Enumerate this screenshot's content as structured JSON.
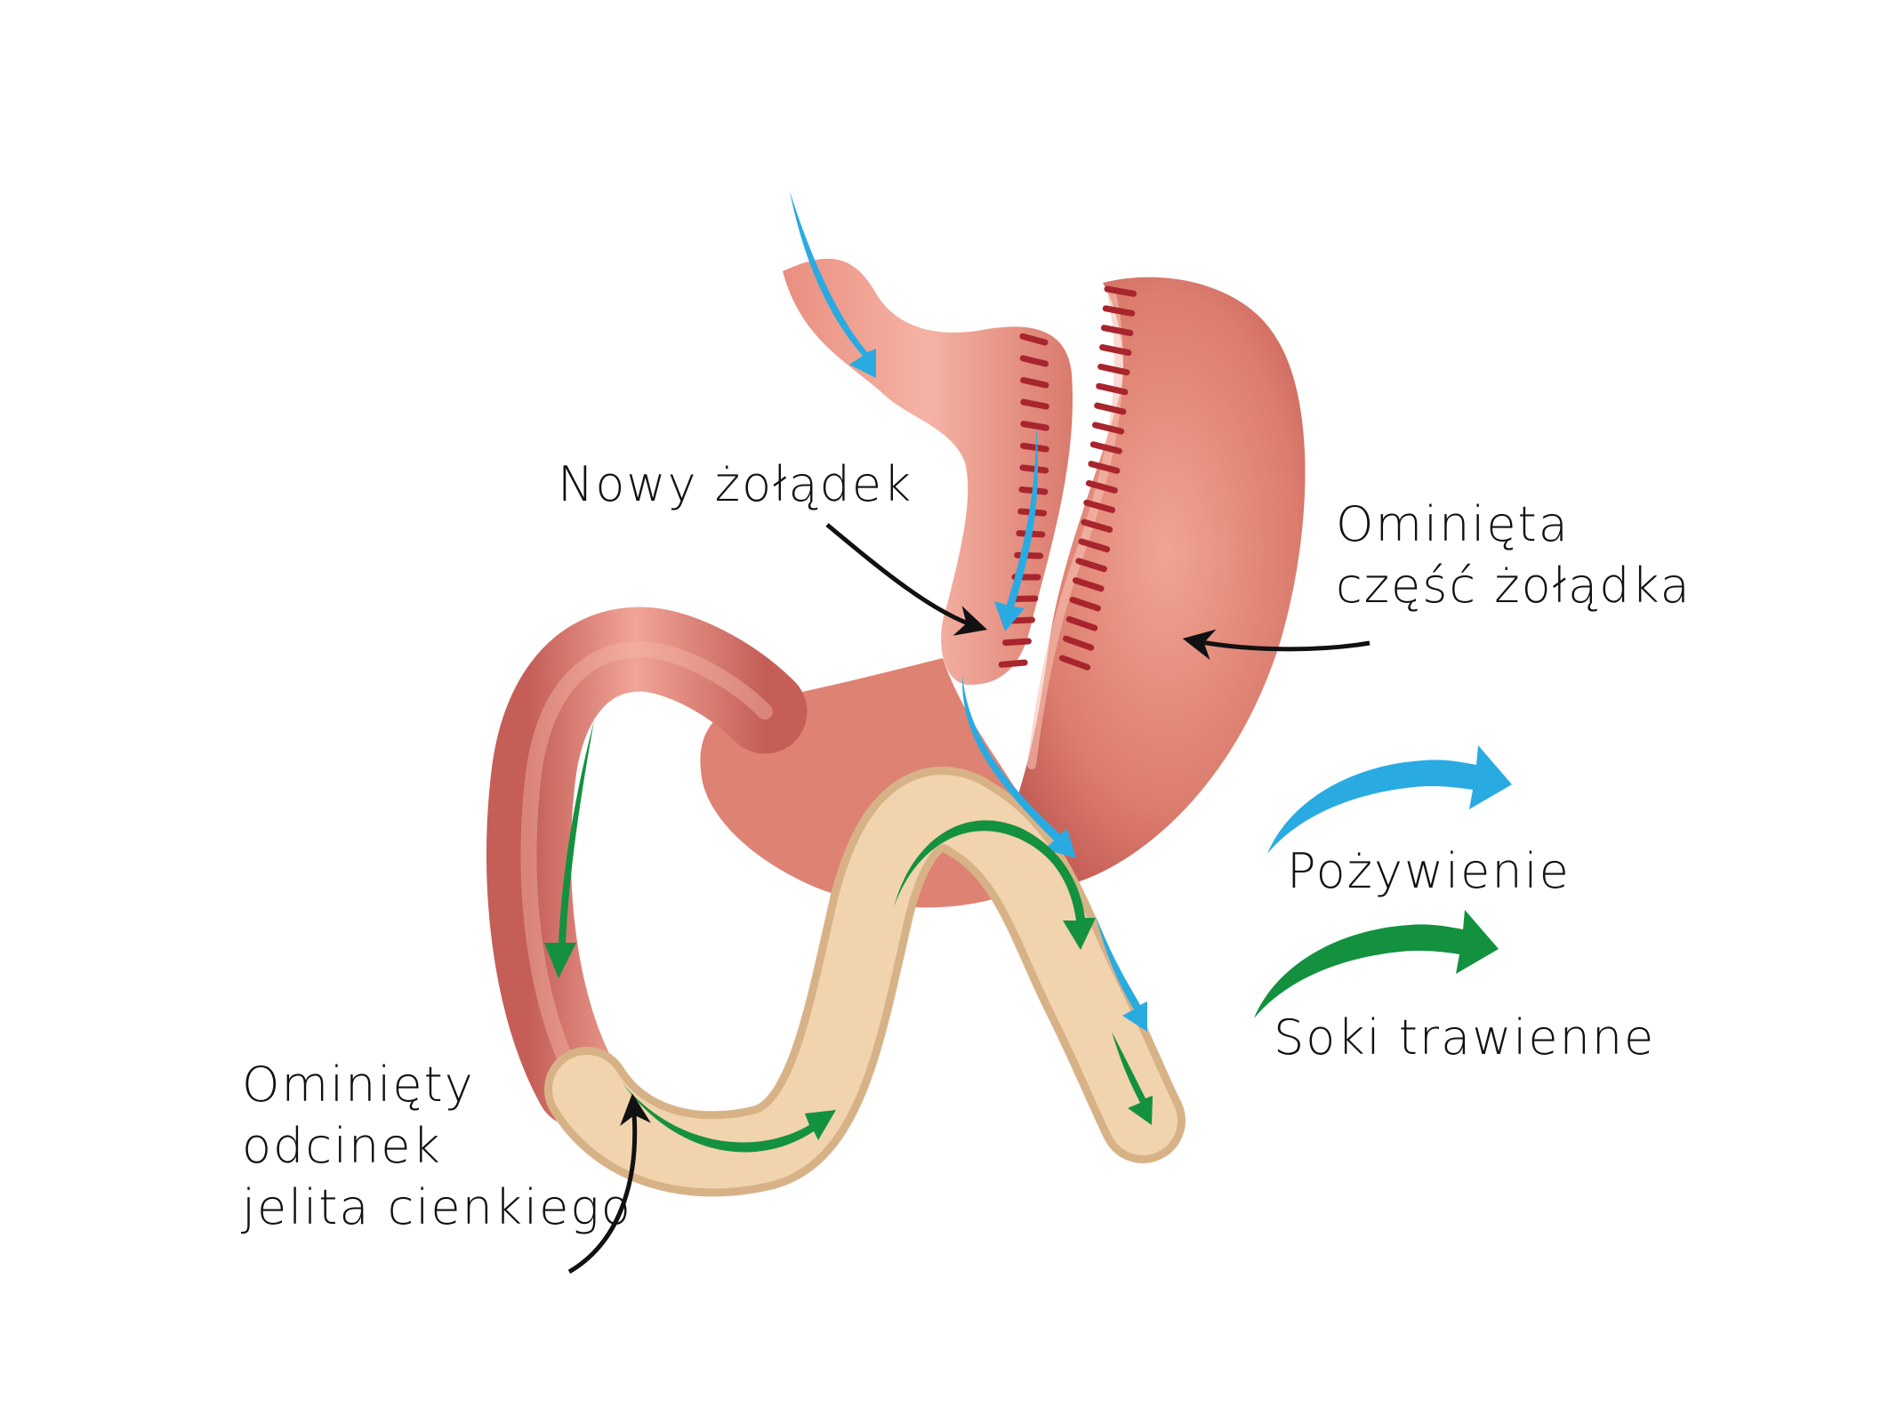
{
  "labels": {
    "new_stomach": "Nowy żołądek",
    "bypassed_stomach": [
      "Ominięta",
      "część żołądka"
    ],
    "bypassed_intestine": [
      "Ominięty",
      "odcinek",
      "jelita cienkiego"
    ]
  },
  "legend": {
    "food": {
      "label": "Pożywienie",
      "color": "#29abe2",
      "icon": "blue-curved-arrow"
    },
    "juices": {
      "label": "Soki trawienne",
      "color": "#13913f",
      "icon": "green-curved-arrow"
    }
  },
  "colors": {
    "stomach": "#df8576",
    "stomach_dark": "#bd5450",
    "stomach_light": "#f2aea0",
    "intestine": "#efcfa6",
    "intestine_edge": "#d7ae85",
    "staples": "#a8252e",
    "pointer": "#111111"
  }
}
